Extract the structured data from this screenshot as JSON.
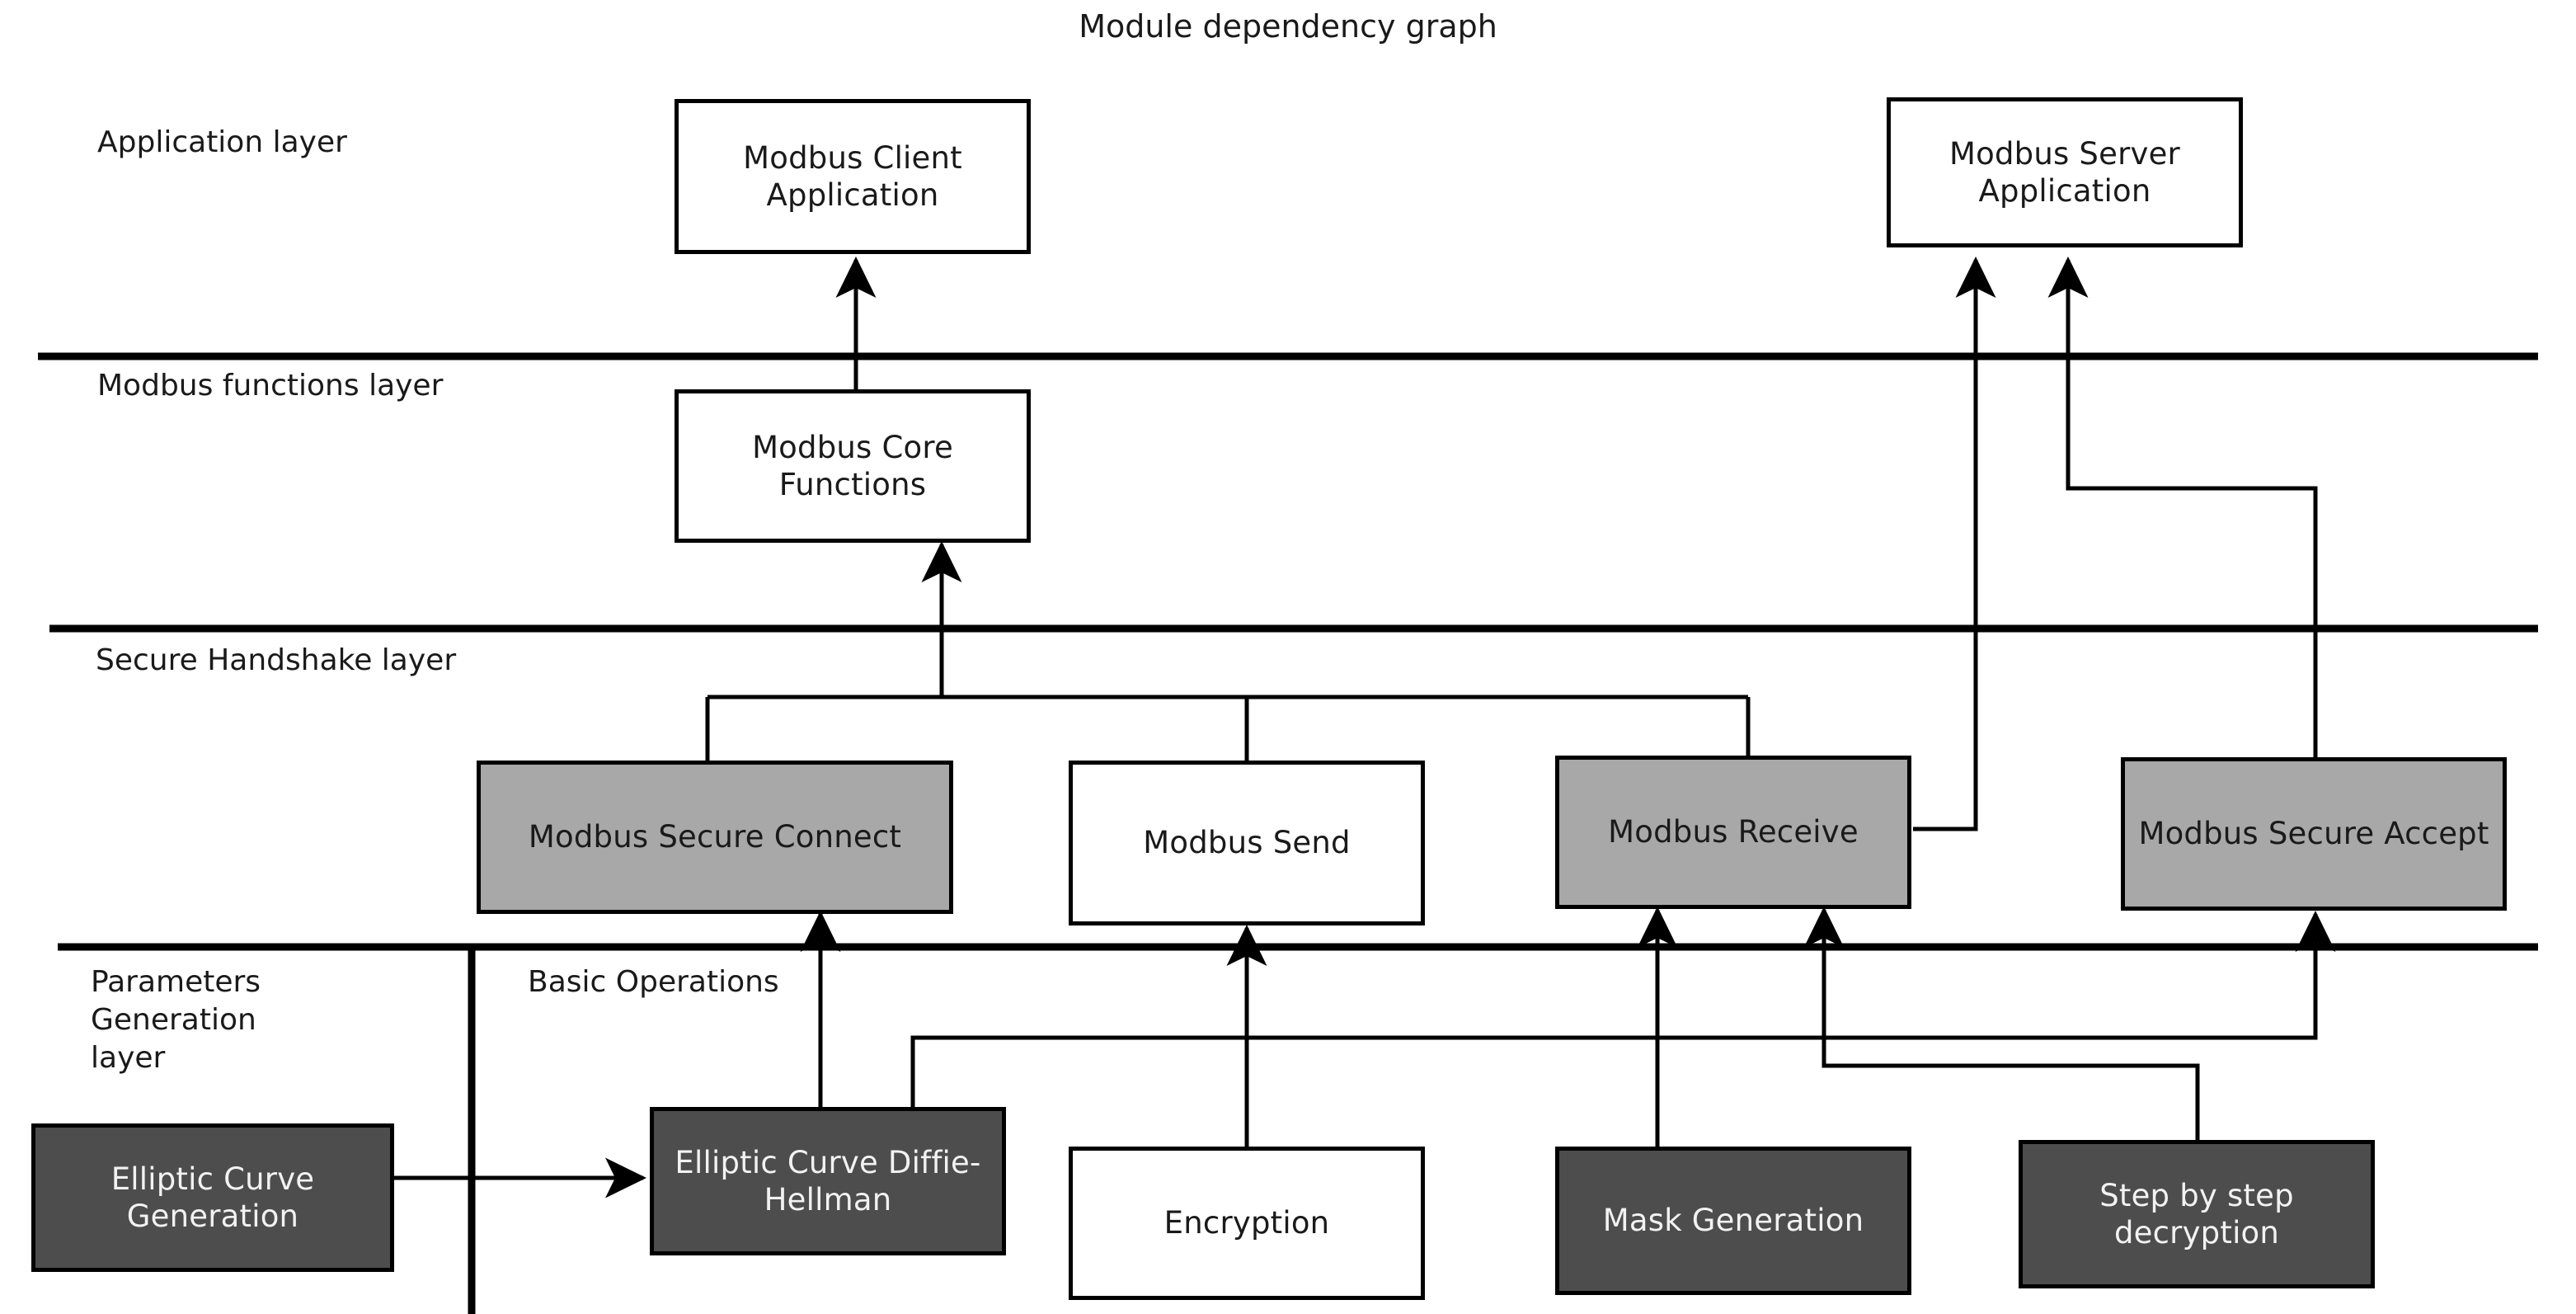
{
  "title": "Module dependency graph",
  "layers": [
    {
      "name": "application-layer",
      "label": "Application layer"
    },
    {
      "name": "modbus-functions-layer",
      "label": "Modbus functions layer"
    },
    {
      "name": "secure-handshake-layer",
      "label": "Secure Handshake layer"
    },
    {
      "name": "parameters-generation-layer",
      "label": "Parameters\nGeneration\nlayer"
    },
    {
      "name": "basic-operations-layer",
      "label": "Basic Operations"
    }
  ],
  "nodes": [
    {
      "id": "modbus-client-application",
      "label": "Modbus Client\nApplication",
      "style": "white"
    },
    {
      "id": "modbus-server-application",
      "label": "Modbus Server\nApplication",
      "style": "white"
    },
    {
      "id": "modbus-core-functions",
      "label": "Modbus Core\nFunctions",
      "style": "white"
    },
    {
      "id": "modbus-secure-connect",
      "label": "Modbus Secure Connect",
      "style": "grey"
    },
    {
      "id": "modbus-send",
      "label": "Modbus Send",
      "style": "white"
    },
    {
      "id": "modbus-receive",
      "label": "Modbus Receive",
      "style": "grey"
    },
    {
      "id": "modbus-secure-accept",
      "label": "Modbus\nSecure Accept",
      "style": "grey"
    },
    {
      "id": "elliptic-curve-generation",
      "label": "Elliptic Curve\nGeneration",
      "style": "dark"
    },
    {
      "id": "elliptic-curve-diffie-hellman",
      "label": "Elliptic Curve\nDiffie-Hellman",
      "style": "dark"
    },
    {
      "id": "encryption",
      "label": "Encryption",
      "style": "white"
    },
    {
      "id": "mask-generation",
      "label": "Mask Generation",
      "style": "dark"
    },
    {
      "id": "step-by-step-decryption",
      "label": "Step by step\ndecryption",
      "style": "dark"
    }
  ],
  "edges": [
    {
      "from": "modbus-core-functions",
      "to": "modbus-client-application"
    },
    {
      "from": "modbus-secure-connect",
      "to": "modbus-core-functions"
    },
    {
      "from": "modbus-send",
      "to": "modbus-core-functions"
    },
    {
      "from": "modbus-receive",
      "to": "modbus-core-functions"
    },
    {
      "from": "modbus-receive",
      "to": "modbus-server-application"
    },
    {
      "from": "modbus-secure-accept",
      "to": "modbus-server-application"
    },
    {
      "from": "elliptic-curve-generation",
      "to": "elliptic-curve-diffie-hellman"
    },
    {
      "from": "elliptic-curve-diffie-hellman",
      "to": "modbus-secure-connect"
    },
    {
      "from": "elliptic-curve-diffie-hellman",
      "to": "modbus-secure-accept"
    },
    {
      "from": "encryption",
      "to": "modbus-send"
    },
    {
      "from": "mask-generation",
      "to": "modbus-receive"
    },
    {
      "from": "step-by-step-decryption",
      "to": "modbus-receive"
    }
  ],
  "colors": {
    "line": "#000000",
    "white_fill": "#ffffff",
    "grey_fill": "#a8a8a8",
    "dark_fill": "#4d4d4d",
    "text": "#1a1a1a",
    "dark_text": "#f2f2f2"
  }
}
